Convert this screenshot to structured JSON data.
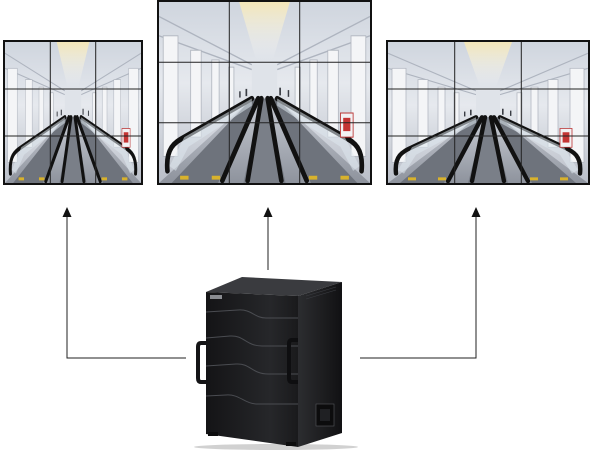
{
  "diagram": {
    "screens": [
      {
        "id": "left",
        "grid": [
          3,
          3
        ]
      },
      {
        "id": "center",
        "grid": [
          3,
          3
        ]
      },
      {
        "id": "right",
        "grid": [
          3,
          3
        ]
      }
    ],
    "controller": {
      "brand_label": "",
      "color": "#1c1c1e"
    },
    "connector_color": "#222222",
    "frame_color": "#111111"
  }
}
